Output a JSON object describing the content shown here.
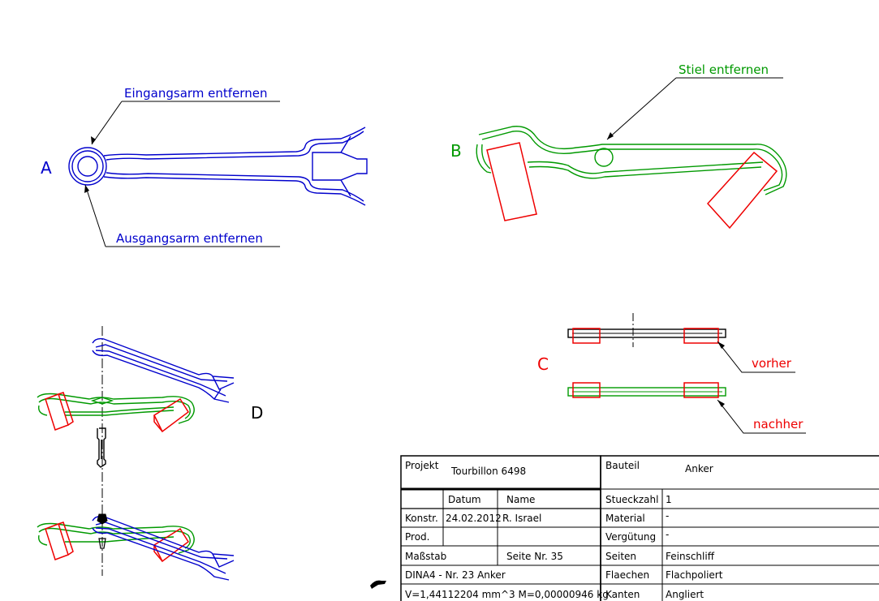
{
  "views": {
    "A": {
      "letter": "A",
      "label_top": "Eingangsarm entfernen",
      "label_bottom": "Ausgangsarm entfernen"
    },
    "B": {
      "letter": "B",
      "label": "Stiel entfernen"
    },
    "C": {
      "letter": "C",
      "label_before": "vorher",
      "label_after": "nachher"
    },
    "D": {
      "letter": "D"
    }
  },
  "colors": {
    "blue": "#0000cc",
    "green": "#009900",
    "red": "#ee0000",
    "black": "#000000"
  },
  "title_block": {
    "projekt_label": "Projekt",
    "projekt_value": "Tourbillon 6498",
    "bauteil_label": "Bauteil",
    "bauteil_value": "Anker",
    "datum_header": "Datum",
    "name_header": "Name",
    "konstr_label": "Konstr.",
    "konstr_date": "24.02.2012",
    "konstr_name": "R. Israel",
    "prod_label": "Prod.",
    "massstab_label": "Maßstab",
    "seite": "Seite Nr. 35",
    "dina": "DINA4 - Nr. 23 Anker",
    "volume": "V=1,44112204 mm^3 M=0,00000946 kg",
    "stueckzahl_label": "Stueckzahl",
    "stueckzahl_value": "1",
    "material_label": "Material",
    "material_value": "-",
    "verguetung_label": "Vergütung",
    "verguetung_value": "-",
    "seiten_label": "Seiten",
    "seiten_value": "Feinschliff",
    "flaechen_label": "Flaechen",
    "flaechen_value": "Flachpoliert",
    "kanten_label": "Kanten",
    "kanten_value": "Angliert"
  }
}
